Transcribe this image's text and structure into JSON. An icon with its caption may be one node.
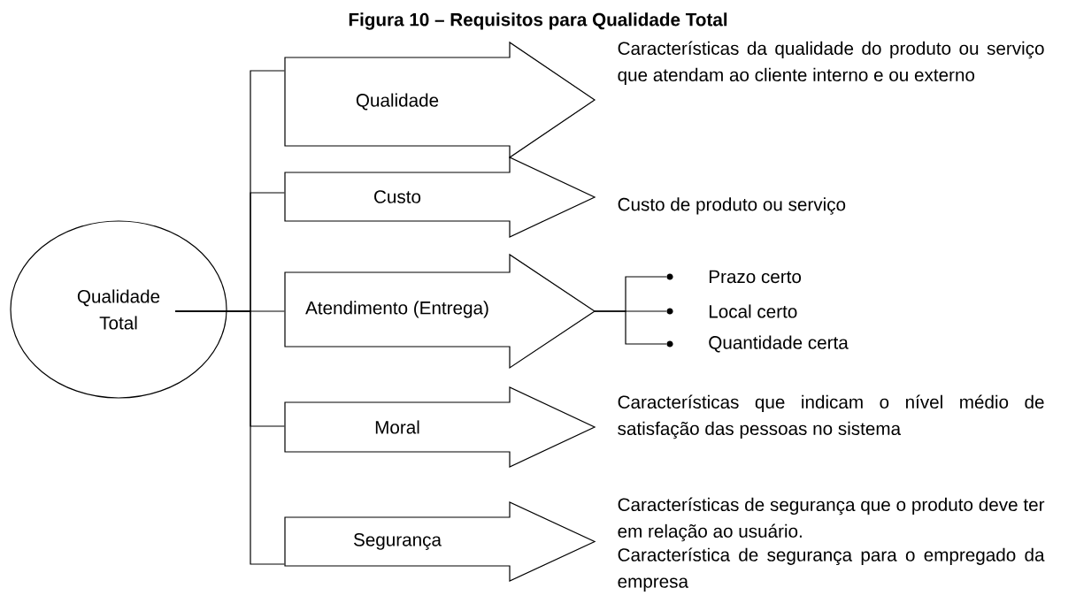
{
  "diagram": {
    "title": "Figura 10 – Requisitos para Qualidade Total",
    "nodes": [
      {
        "text": [
          "Qualidade Total"
        ]
      },
      {
        "text": [
          "Qualidade"
        ],
        "beside": [
          "Características da qualidade do produto ou serviço que atendam ao cliente interno e ou externo"
        ]
      },
      {
        "text": [
          "Custo"
        ],
        "beside": [
          "Custo de produto ou serviço"
        ]
      },
      {
        "text": [
          "Atendimento (Entrega)"
        ]
      },
      {
        "text": [
          "Moral"
        ],
        "beside": [
          "Características que indicam o nível médio de satisfação das pessoas no sistema"
        ]
      },
      {
        "text": [
          "Segurança"
        ],
        "beside": [
          "Características de segurança que o produto deve ter em relação ao usuário.",
          "Característica de segurança para o empregado da empresa"
        ]
      },
      {
        "text": [
          "Prazo certo"
        ]
      },
      {
        "text": [
          "Local certo"
        ]
      },
      {
        "text": [
          "Quantidade certa"
        ]
      }
    ],
    "edges": [
      {
        "from": 0,
        "to": 1,
        "arrow": "none"
      },
      {
        "from": 0,
        "to": 2,
        "arrow": "none"
      },
      {
        "from": 0,
        "to": 3,
        "arrow": "none"
      },
      {
        "from": 0,
        "to": 4,
        "arrow": "none"
      },
      {
        "from": 0,
        "to": 5,
        "arrow": "none"
      },
      {
        "from": 3,
        "to": 6,
        "arrow": "none"
      },
      {
        "from": 3,
        "to": 7,
        "arrow": "none"
      },
      {
        "from": 3,
        "to": 8,
        "arrow": "none"
      }
    ]
  }
}
